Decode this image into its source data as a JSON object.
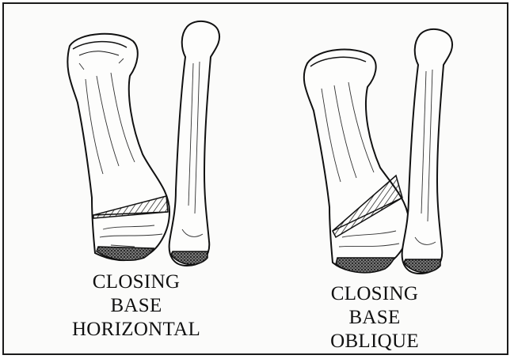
{
  "figure": {
    "left_panel": {
      "caption_lines": [
        "CLOSING",
        "BASE",
        "HORIZONTAL"
      ]
    },
    "right_panel": {
      "caption_lines": [
        "CLOSING",
        "BASE",
        "OBLIQUE"
      ]
    }
  },
  "colors": {
    "ink": "#111111",
    "background": "#fbfbfa",
    "frame": "#1a1a1a"
  }
}
